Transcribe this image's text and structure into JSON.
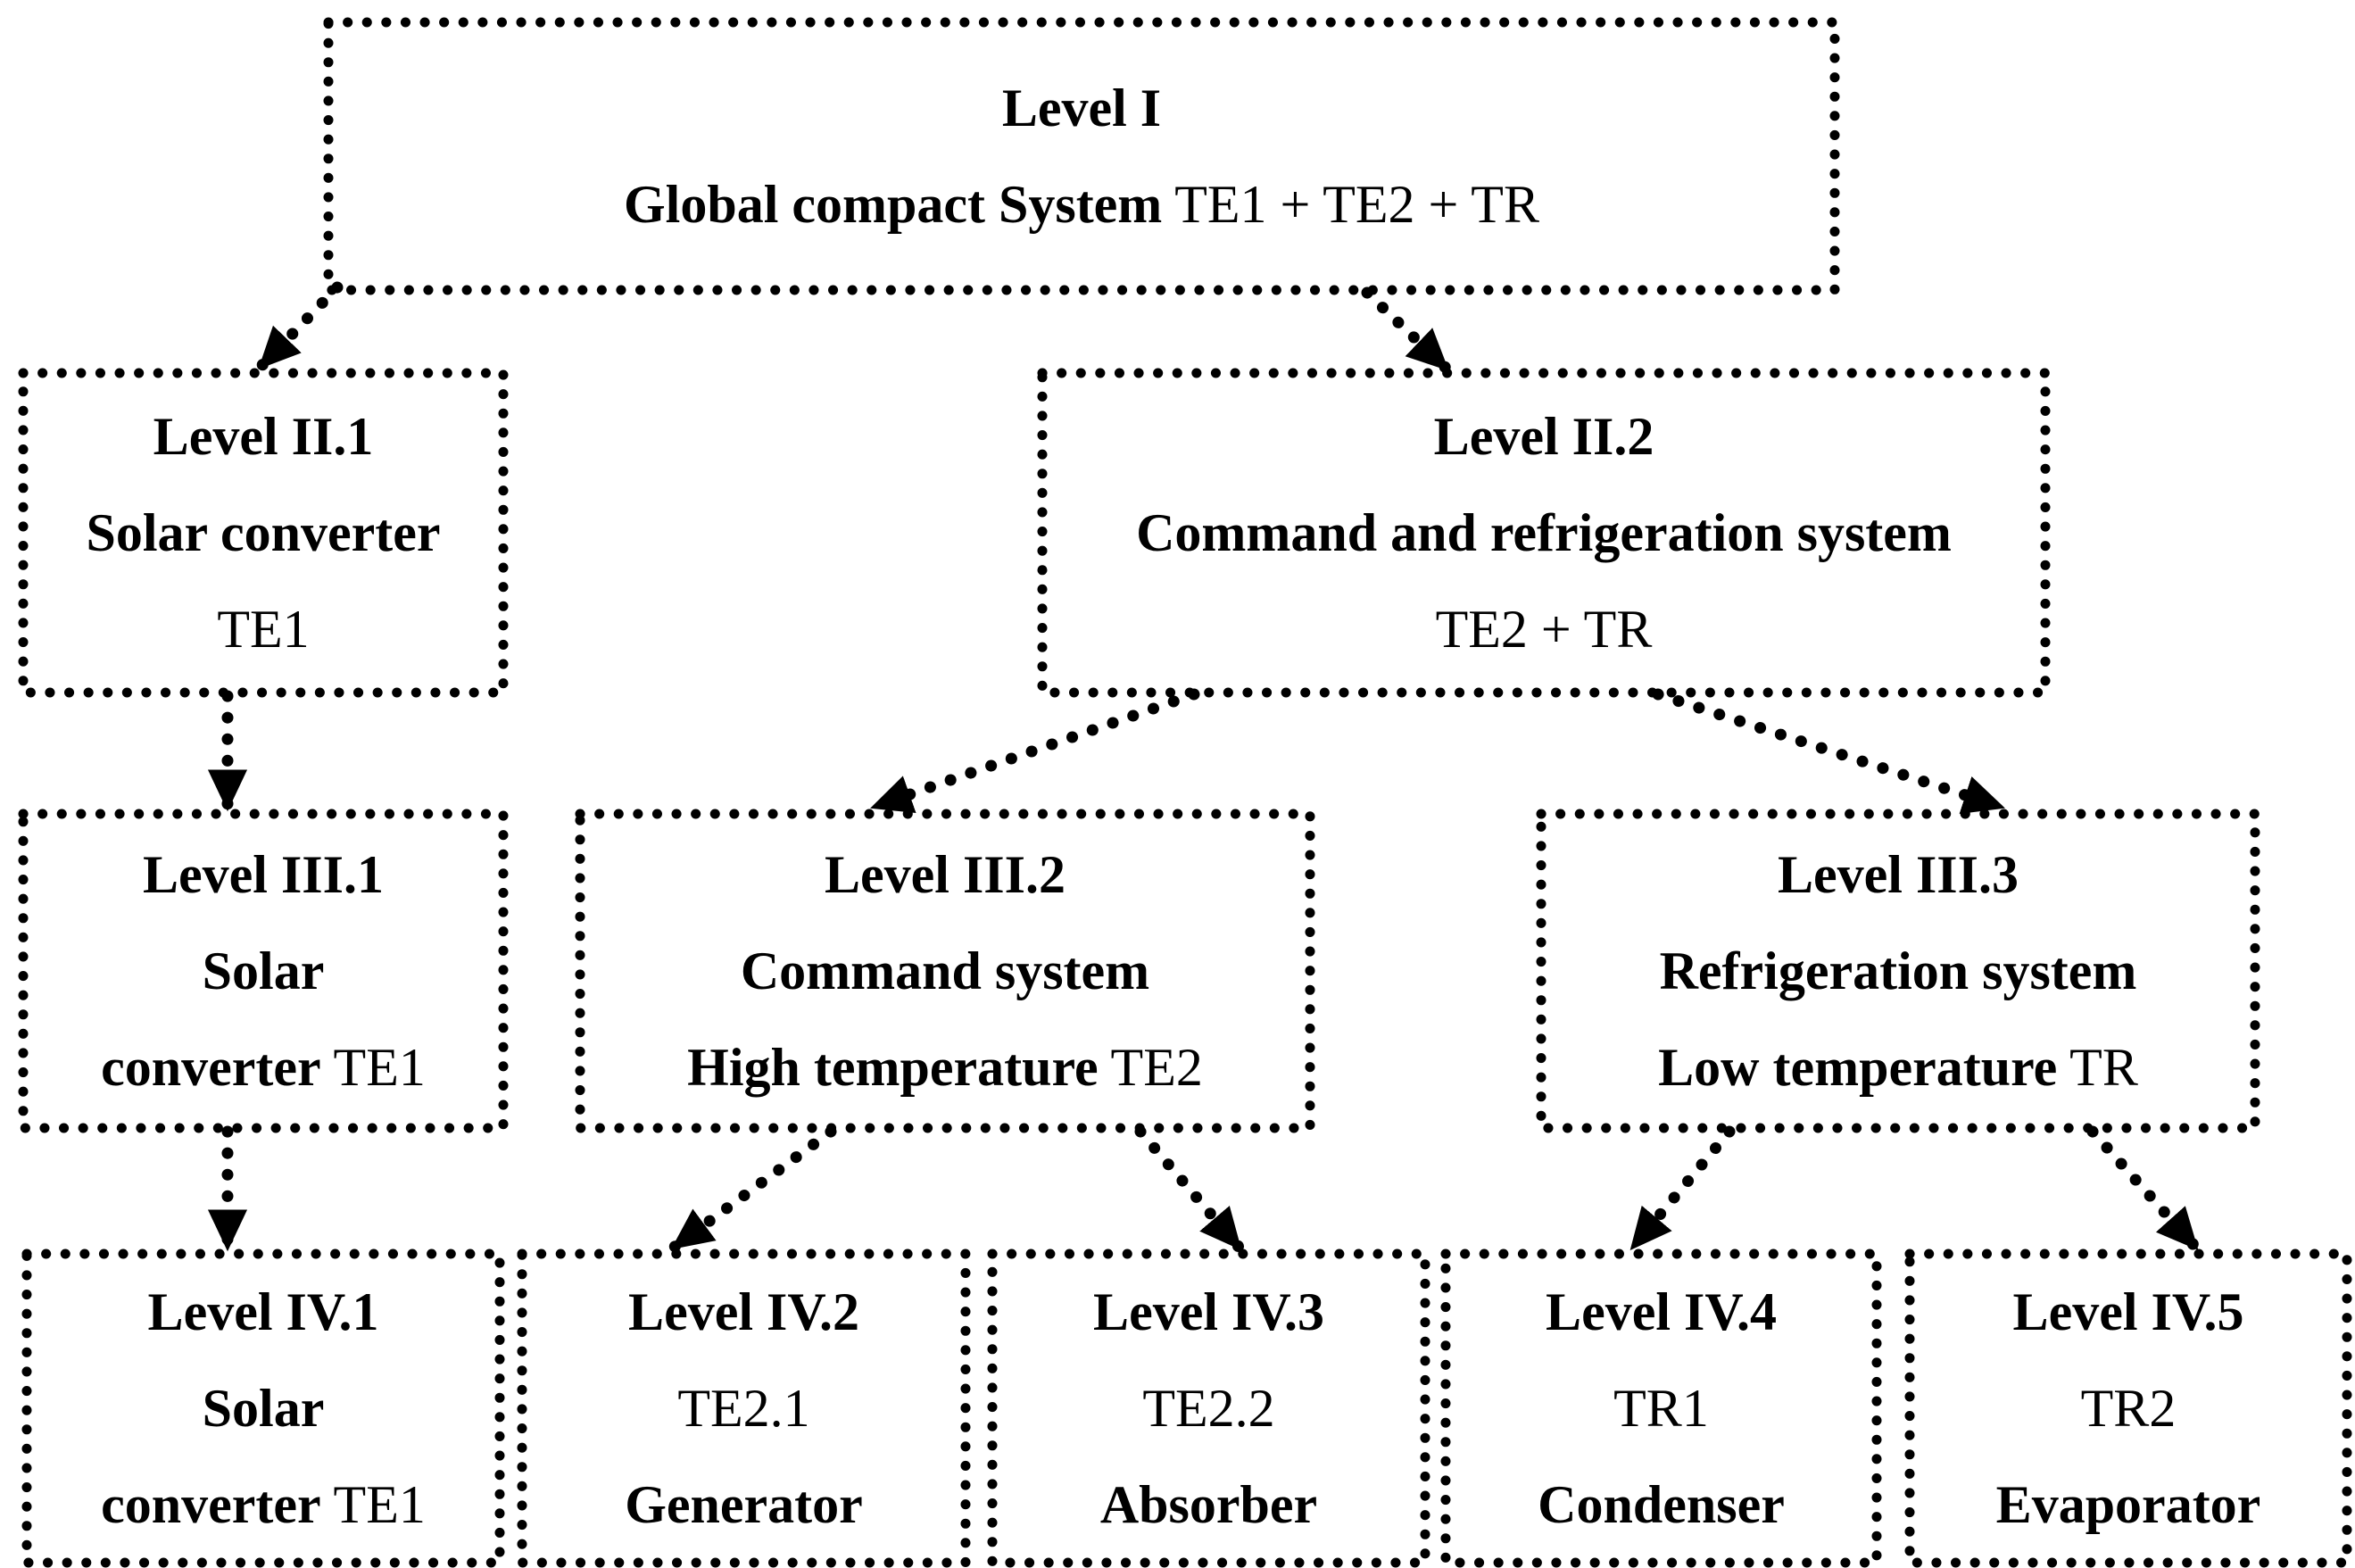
{
  "colors": {
    "background": "#ffffff",
    "ink": "#000000"
  },
  "boxes": {
    "level1": {
      "title": "Level I",
      "lines": [
        {
          "bold": "Global compact System",
          "regular": " TE1 + TE2 + TR"
        }
      ]
    },
    "level2_1": {
      "title": "Level II.1",
      "lines": [
        {
          "bold": "Solar converter",
          "regular": ""
        },
        {
          "bold": "",
          "regular": "TE1"
        }
      ]
    },
    "level2_2": {
      "title": "Level II.2",
      "lines": [
        {
          "bold": "Command and refrigeration system",
          "regular": ""
        },
        {
          "bold": "",
          "regular": "TE2 + TR"
        }
      ]
    },
    "level3_1": {
      "title": "Level III.1",
      "lines": [
        {
          "bold": "Solar",
          "regular": ""
        },
        {
          "bold": "converter",
          "regular": " TE1"
        }
      ]
    },
    "level3_2": {
      "title": "Level III.2",
      "lines": [
        {
          "bold": "Command system",
          "regular": ""
        },
        {
          "bold": "High temperature",
          "regular": " TE2"
        }
      ]
    },
    "level3_3": {
      "title": "Level III.3",
      "lines": [
        {
          "bold": "Refrigeration system",
          "regular": ""
        },
        {
          "bold": "Low temperature",
          "regular": " TR"
        }
      ]
    },
    "level4_1": {
      "title": "Level IV.1",
      "lines": [
        {
          "bold": "Solar",
          "regular": ""
        },
        {
          "bold": "converter",
          "regular": " TE1"
        }
      ]
    },
    "level4_2": {
      "title": "Level IV.2",
      "lines": [
        {
          "bold": "",
          "regular": "TE2.1"
        },
        {
          "bold": "Generator",
          "regular": ""
        }
      ]
    },
    "level4_3": {
      "title": "Level IV.3",
      "lines": [
        {
          "bold": "",
          "regular": "TE2.2"
        },
        {
          "bold": "Absorber",
          "regular": ""
        }
      ]
    },
    "level4_4": {
      "title": "Level IV.4",
      "lines": [
        {
          "bold": "",
          "regular": "TR1"
        },
        {
          "bold": "Condenser",
          "regular": ""
        }
      ]
    },
    "level4_5": {
      "title": "Level IV.5",
      "lines": [
        {
          "bold": "",
          "regular": "TR2"
        },
        {
          "bold": "Evaporator",
          "regular": ""
        }
      ]
    }
  },
  "edges": [
    {
      "from": "level1",
      "to": "level2_1"
    },
    {
      "from": "level1",
      "to": "level2_2"
    },
    {
      "from": "level2_1",
      "to": "level3_1"
    },
    {
      "from": "level2_2",
      "to": "level3_2"
    },
    {
      "from": "level2_2",
      "to": "level3_3"
    },
    {
      "from": "level3_1",
      "to": "level4_1"
    },
    {
      "from": "level3_2",
      "to": "level4_2"
    },
    {
      "from": "level3_2",
      "to": "level4_3"
    },
    {
      "from": "level3_3",
      "to": "level4_4"
    },
    {
      "from": "level3_3",
      "to": "level4_5"
    }
  ]
}
